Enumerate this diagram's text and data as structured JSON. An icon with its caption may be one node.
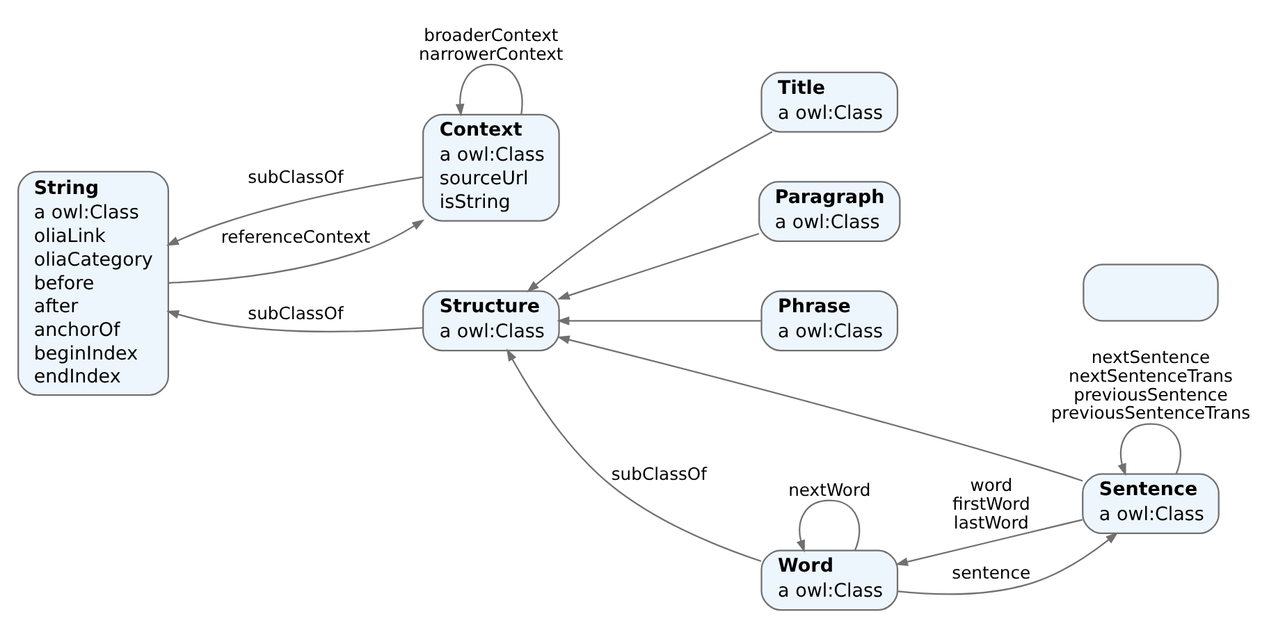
{
  "diagram": {
    "nodes": [
      {
        "text": [
          "Context",
          "a owl:Class",
          "sourceUrl",
          "isString"
        ]
      },
      {
        "text": [
          "String",
          "a owl:Class",
          "oliaLink",
          "oliaCategory",
          "before",
          "after",
          "anchorOf",
          "beginIndex",
          "endIndex"
        ]
      },
      {
        "text": [
          "Title",
          "a owl:Class"
        ]
      },
      {
        "text": [
          "Paragraph",
          "a owl:Class"
        ]
      },
      {
        "text": [
          "Phrase",
          "a owl:Class"
        ]
      },
      {
        "text": [
          "Sentence",
          "a owl:Class"
        ]
      },
      {
        "text": [
          "Structure",
          "a owl:Class"
        ]
      },
      {
        "text": [
          "Word",
          "a owl:Class"
        ]
      },
      {
        "text": [],
        "shape": "box"
      }
    ],
    "edges": [
      {
        "from": 0,
        "to": 0,
        "arrow": "to",
        "label": "broaderContext narrowerContext"
      },
      {
        "from": 0,
        "to": 1,
        "arrow": "to",
        "label": "subClassOf"
      },
      {
        "from": 1,
        "to": 0,
        "arrow": "to",
        "label": "referenceContext"
      },
      {
        "from": 5,
        "to": 5,
        "arrow": "to",
        "label": "nextSentence nextSentenceTrans previousSentence previousSentenceTrans"
      },
      {
        "from": 6,
        "to": 1,
        "arrow": "to",
        "label": "subClassOf"
      },
      {
        "from": 2,
        "to": 6,
        "arrow": "to"
      },
      {
        "from": 3,
        "to": 6,
        "arrow": "to"
      },
      {
        "from": 4,
        "to": 6,
        "arrow": "to"
      },
      {
        "from": 5,
        "to": 6,
        "arrow": "to"
      },
      {
        "from": 7,
        "to": 6,
        "arrow": "to",
        "label": "subClassOf"
      },
      {
        "from": 5,
        "to": 7,
        "arrow": "to",
        "label": "word firstWord lastWord"
      },
      {
        "from": 7,
        "to": 5,
        "arrow": "to",
        "label": "sentence"
      },
      {
        "from": 7,
        "to": 7,
        "arrow": "to",
        "label": "nextWord"
      }
    ]
  }
}
